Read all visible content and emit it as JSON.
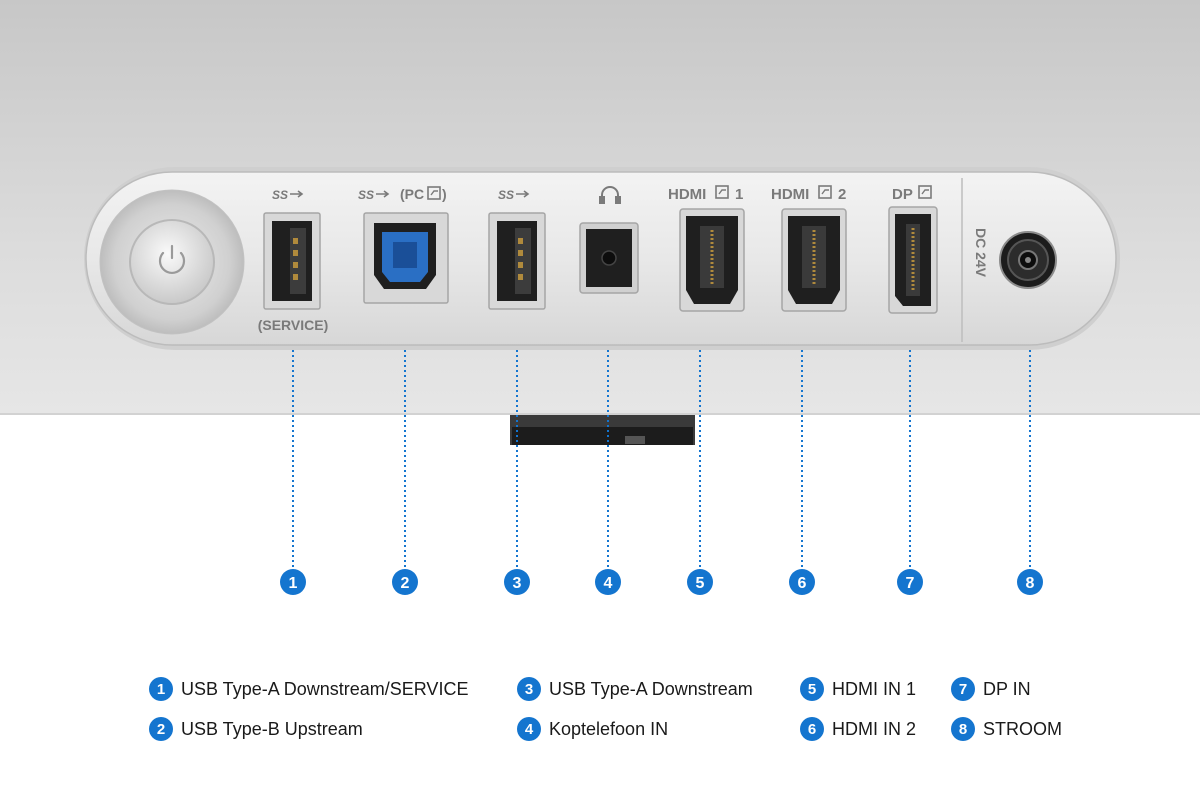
{
  "ports": [
    {
      "number": "1",
      "top_label": "",
      "bottom_label": "(SERVICE)",
      "type": "usb-a-service-port"
    },
    {
      "number": "2",
      "top_label": "(PC",
      "bottom_label": "",
      "type": "usb-b-port"
    },
    {
      "number": "3",
      "top_label": "",
      "bottom_label": "",
      "type": "usb-a-port"
    },
    {
      "number": "4",
      "top_label": "",
      "bottom_label": "",
      "type": "headphone-jack"
    },
    {
      "number": "5",
      "top_label": "HDMI",
      "top_suffix": "1",
      "bottom_label": "",
      "type": "hdmi-port-1"
    },
    {
      "number": "6",
      "top_label": "HDMI",
      "top_suffix": "2",
      "bottom_label": "",
      "type": "hdmi-port-2"
    },
    {
      "number": "7",
      "top_label": "DP",
      "bottom_label": "",
      "type": "displayport-port"
    },
    {
      "number": "8",
      "top_label": "DC 24V",
      "bottom_label": "",
      "type": "dc-power-port"
    }
  ],
  "legend": [
    {
      "number": "1",
      "label": "USB Type-A Downstream/SERVICE"
    },
    {
      "number": "2",
      "label": "USB Type-B Upstream"
    },
    {
      "number": "3",
      "label": "USB Type-A Downstream"
    },
    {
      "number": "4",
      "label": "Koptelefoon IN"
    },
    {
      "number": "5",
      "label": "HDMI IN 1"
    },
    {
      "number": "6",
      "label": "HDMI IN 2"
    },
    {
      "number": "7",
      "label": "DP IN"
    },
    {
      "number": "8",
      "label": "STROOM"
    }
  ],
  "icons": {
    "usb_superspeed": "usb-superspeed-icon",
    "headphone": "headphone-icon",
    "power": "power-icon",
    "edit_box": "edit-box-icon"
  },
  "colors": {
    "accent": "#1475cf",
    "usb_b_blue": "#2a6fc4"
  }
}
